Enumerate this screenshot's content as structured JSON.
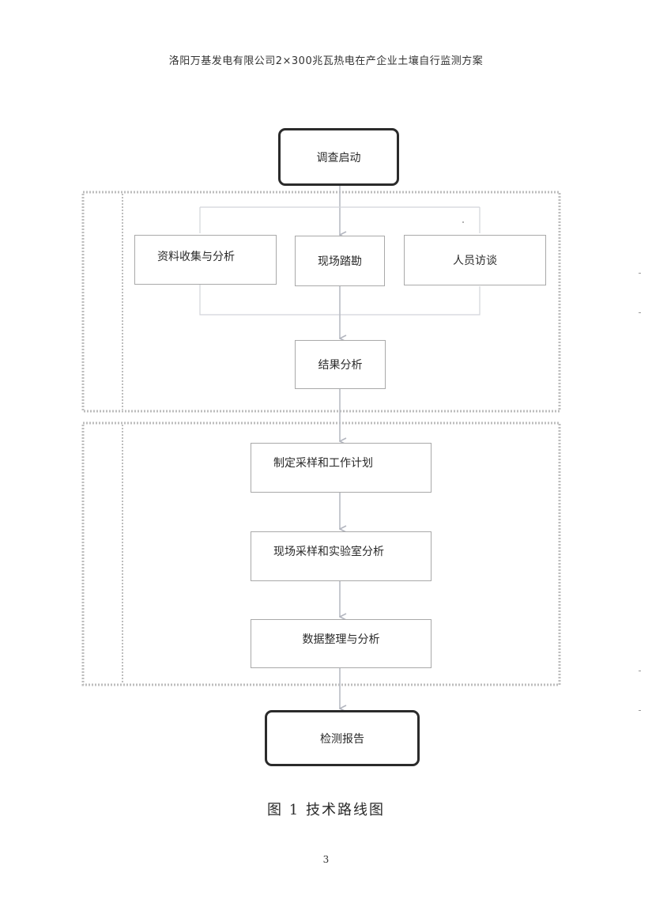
{
  "header": {
    "title": "洛阳万基发电有限公司2×300兆瓦热电在产企业土壤自行监测方案"
  },
  "flowchart": {
    "nodes": [
      {
        "id": "start",
        "label": "调查启动"
      },
      {
        "id": "data-collection",
        "label": "资料收集与分析"
      },
      {
        "id": "site-survey",
        "label": "现场踏勘"
      },
      {
        "id": "interviews",
        "label": "人员访谈"
      },
      {
        "id": "result-analysis",
        "label": "结果分析"
      },
      {
        "id": "plan",
        "label": "制定采样和工作计划"
      },
      {
        "id": "sampling",
        "label": "现场采样和实验室分析"
      },
      {
        "id": "data-processing",
        "label": "数据整理与分析"
      },
      {
        "id": "report",
        "label": "检测报告"
      }
    ],
    "edges": [
      {
        "from": "start",
        "to": "data-collection"
      },
      {
        "from": "start",
        "to": "site-survey"
      },
      {
        "from": "start",
        "to": "interviews"
      },
      {
        "from": "data-collection",
        "to": "result-analysis"
      },
      {
        "from": "site-survey",
        "to": "result-analysis"
      },
      {
        "from": "interviews",
        "to": "result-analysis"
      },
      {
        "from": "result-analysis",
        "to": "plan"
      },
      {
        "from": "plan",
        "to": "sampling"
      },
      {
        "from": "sampling",
        "to": "data-processing"
      },
      {
        "from": "data-processing",
        "to": "report"
      }
    ]
  },
  "caption": "图 1  技术路线图",
  "page_number": "3",
  "colors": {
    "terminal_border": "#2b2b2b",
    "step_border": "#a9a9a9",
    "connector": "#b9bcc4",
    "group_frame": "#bdbdbd"
  }
}
